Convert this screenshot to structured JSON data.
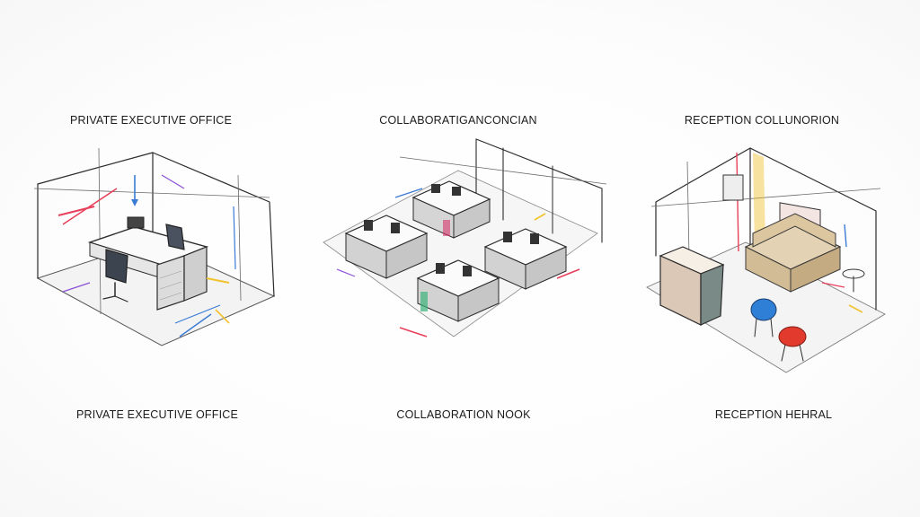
{
  "panels": [
    {
      "top_label": "PRIVATE EXECUTIVE OFFICE",
      "bottom_label": "PRIVATE  EXECUTIVE OFFICE"
    },
    {
      "top_label": "COLLABORATIGANCONCIAN",
      "bottom_label": "COLLABORATION  NOOK"
    },
    {
      "top_label": "RECEPTION COLLUNORION",
      "bottom_label": "RECEPTION  HEHRAL"
    }
  ],
  "colors": {
    "ink": "#2b2b2b",
    "accent_red": "#e8405a",
    "accent_blue": "#3a7bd5",
    "accent_yellow": "#f2c22e",
    "accent_green": "#3bb37a",
    "accent_purple": "#8a4fd6",
    "chair_blue": "#2f7fd6",
    "chair_red": "#e23b2e",
    "sofa": "#d9c3a0"
  }
}
